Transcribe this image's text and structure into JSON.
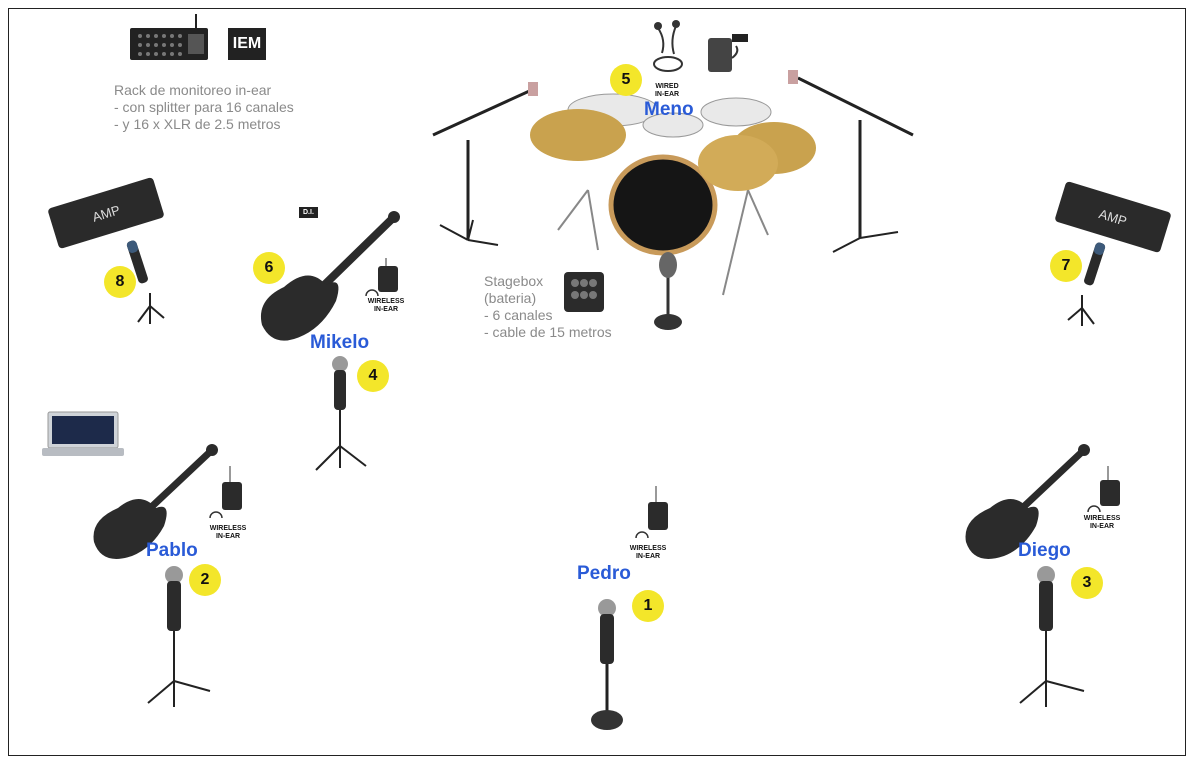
{
  "iem": {
    "label": "IEM"
  },
  "rack_note": "Rack de monitoreo in-ear\n- con splitter para 16 canales\n- y 16 x XLR de 2.5 metros",
  "stagebox_note": "Stagebox\n(bateria)\n- 6 canales\n- cable de 15 metros",
  "amp_label": "AMP",
  "di_label": "D.I.",
  "wireless_label": "WIRELESS\nIN-EAR",
  "wired_label": "WIRED\nIN-EAR",
  "musicians": [
    {
      "name": "Pedro",
      "number": "1"
    },
    {
      "name": "Pablo",
      "number": "2"
    },
    {
      "name": "Diego",
      "number": "3"
    },
    {
      "name": "Mikelo",
      "number": "4"
    },
    {
      "name": "Meno",
      "number": "5"
    }
  ],
  "extra_numbers": {
    "bass_di": "6",
    "amp_right": "7",
    "amp_left": "8"
  },
  "colors": {
    "badge": "#f3e62a",
    "name": "#2a5bd7",
    "note": "#8a8a8a",
    "equipment": "#2a2a2a"
  }
}
